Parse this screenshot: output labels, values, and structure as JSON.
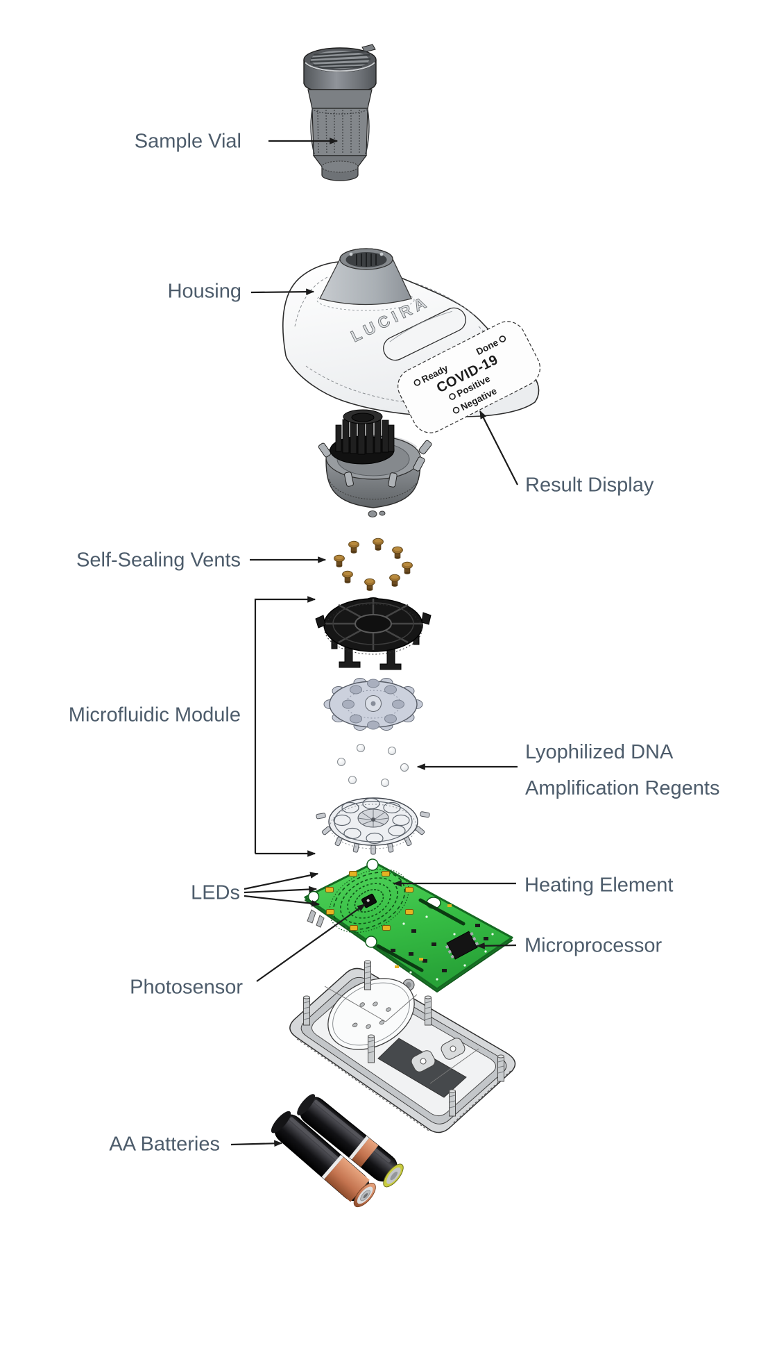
{
  "diagram": {
    "labels": {
      "sample_vial": "Sample Vial",
      "housing": "Housing",
      "result_display": "Result Display",
      "self_sealing_vents": "Self-Sealing Vents",
      "microfluidic_module": "Microfluidic Module",
      "lyophilized_line1": "Lyophilized DNA",
      "lyophilized_line2": "Amplification Regents",
      "leds": "LEDs",
      "heating_element": "Heating Element",
      "microprocessor": "Microprocessor",
      "photosensor": "Photosensor",
      "aa_batteries": "AA Batteries"
    },
    "device_markings": {
      "brand": "LUCIRA",
      "ready": "Ready",
      "done": "Done",
      "test_name": "COVID-19",
      "positive": "Positive",
      "negative": "Negative"
    },
    "colors": {
      "label_text": "#4d5c6b",
      "leader_line": "#1b1b1b",
      "pcb_green": "#3cb94a",
      "vent_bronze": "#9c7130",
      "battery_copper": "#c3734f",
      "battery_ring_yellow": "#c9cc3e"
    }
  }
}
